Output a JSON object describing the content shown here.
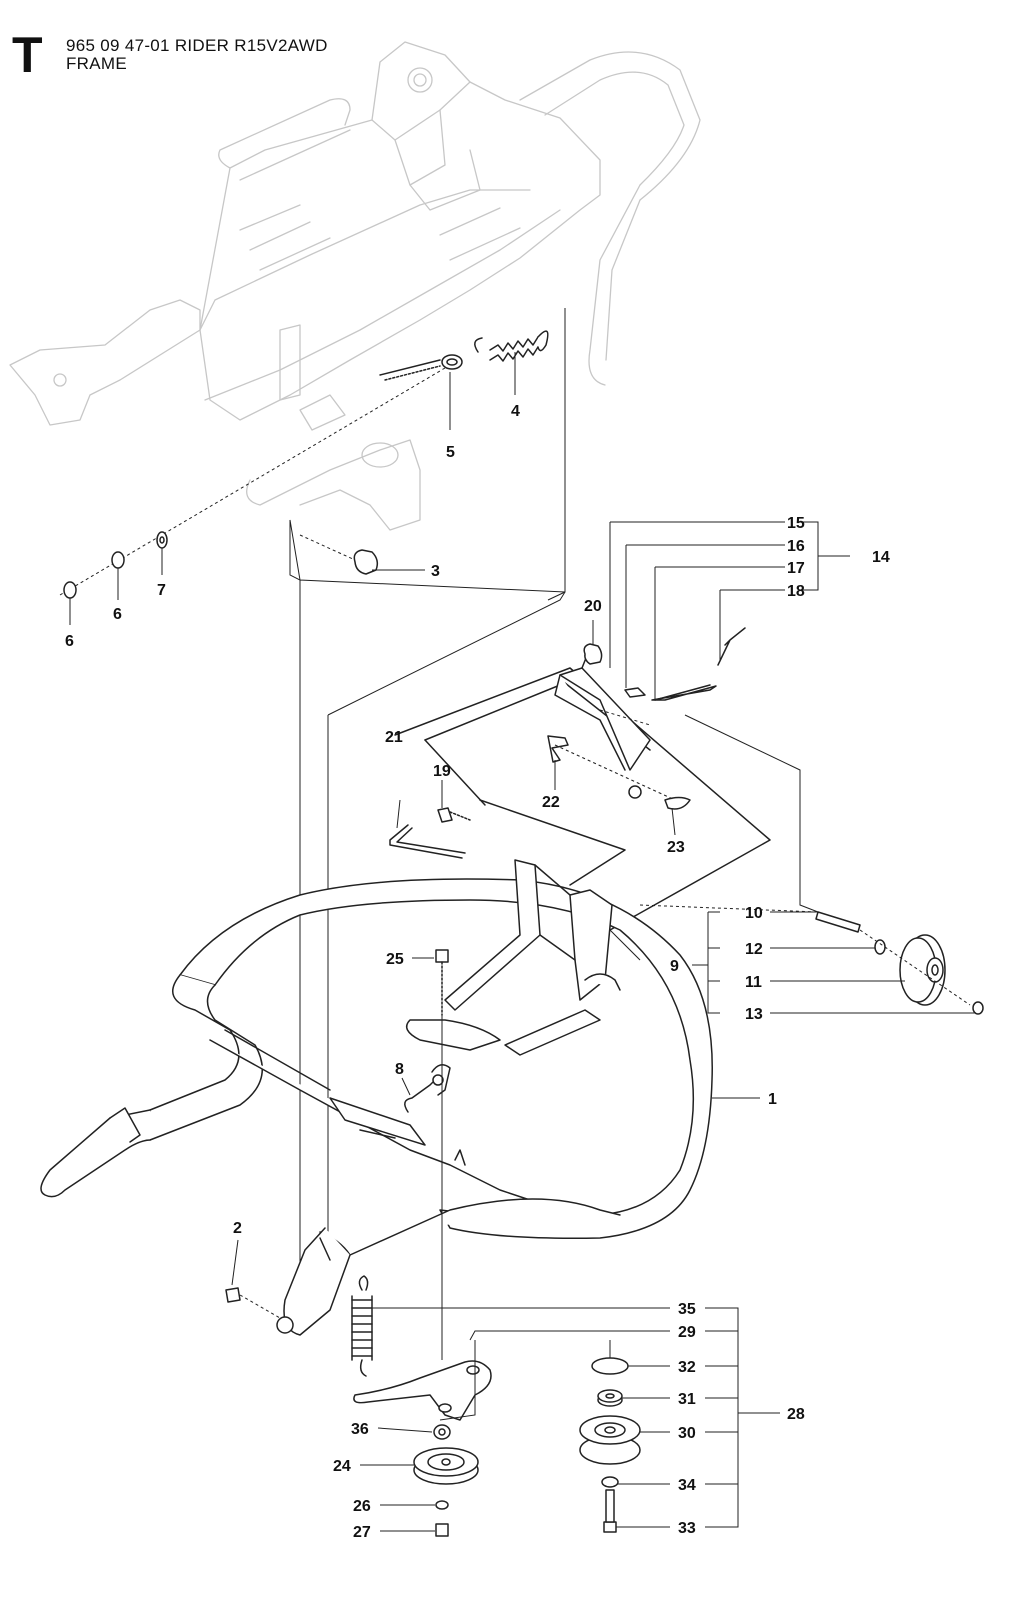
{
  "header": {
    "section_letter": "T",
    "model_line": "965 09 47-01 RIDER R15V2AWD",
    "section_name": "FRAME"
  },
  "callouts": {
    "c1": "1",
    "c2": "2",
    "c3": "3",
    "c4": "4",
    "c5": "5",
    "c6a": "6",
    "c6b": "6",
    "c7": "7",
    "c8": "8",
    "c9": "9",
    "c10": "10",
    "c11": "11",
    "c12": "12",
    "c13": "13",
    "c14": "14",
    "c15": "15",
    "c16": "16",
    "c17": "17",
    "c18": "18",
    "c19": "19",
    "c20": "20",
    "c21": "21",
    "c22": "22",
    "c23": "23",
    "c24": "24",
    "c25": "25",
    "c26": "26",
    "c27": "27",
    "c28": "28",
    "c29": "29",
    "c30": "30",
    "c31": "31",
    "c32": "32",
    "c33": "33",
    "c34": "34",
    "c35": "35",
    "c36": "36"
  }
}
